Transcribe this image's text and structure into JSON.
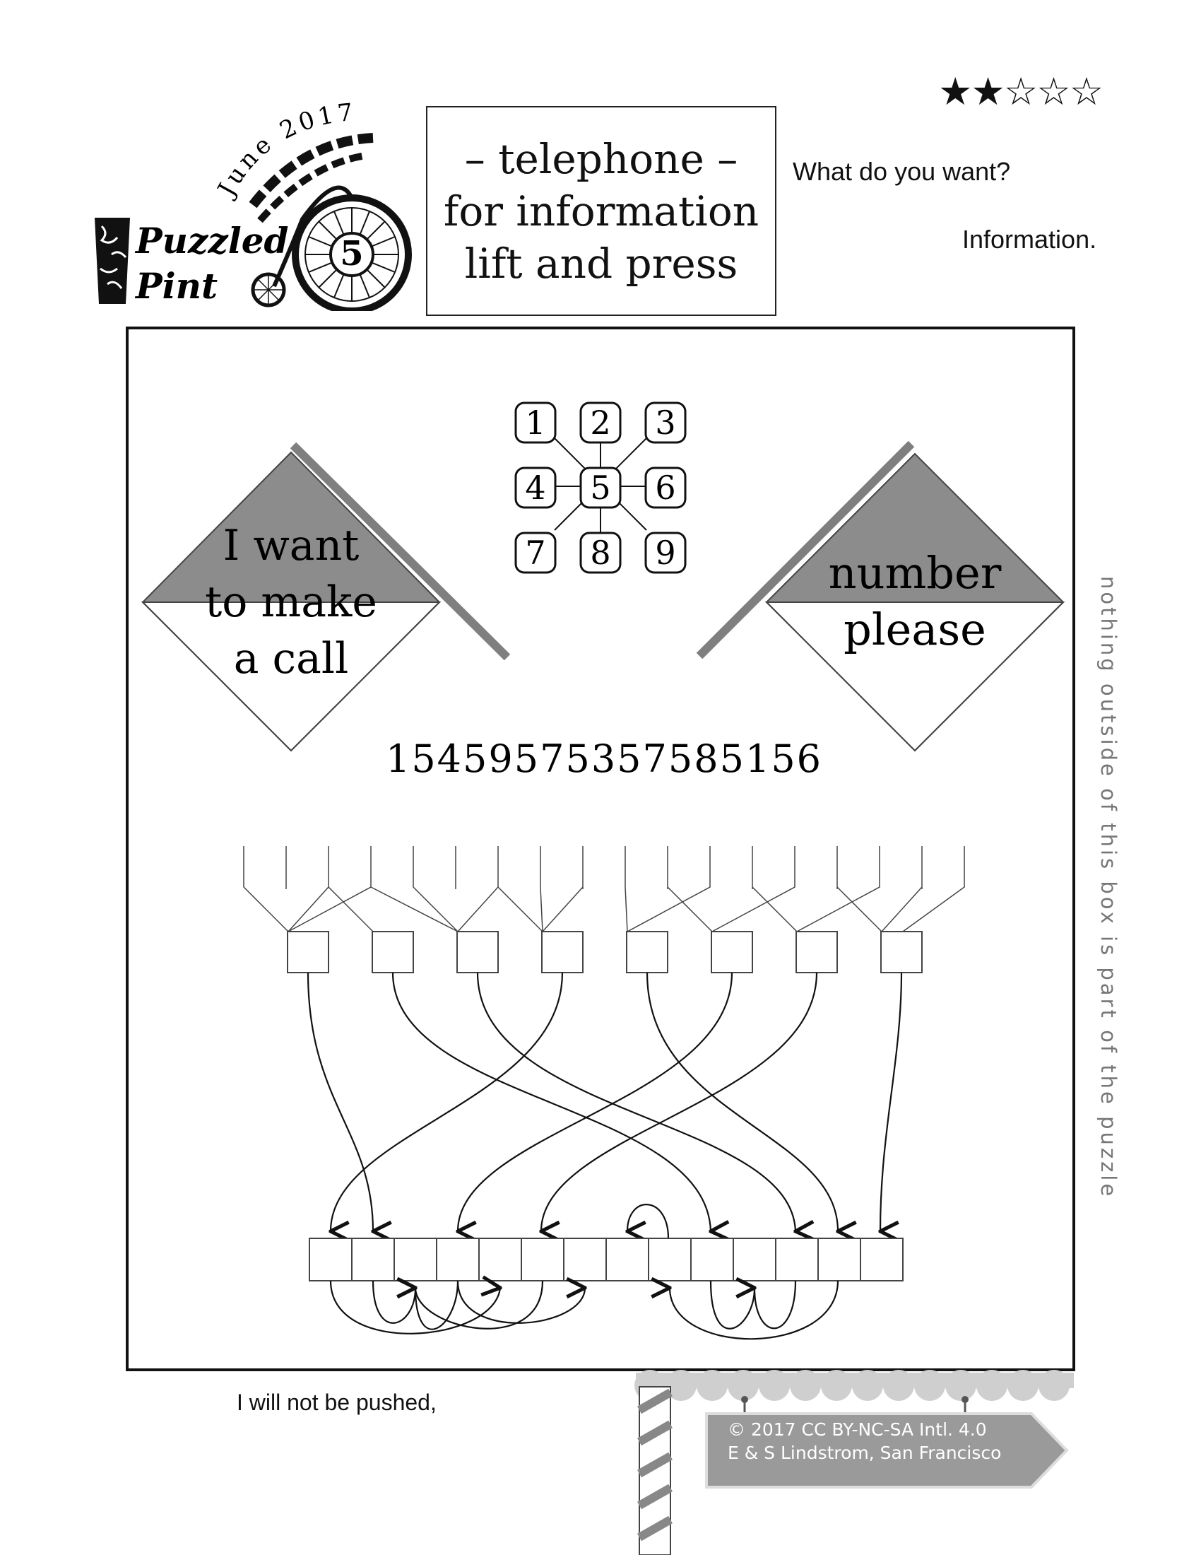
{
  "rating": {
    "filled": 2,
    "total": 5,
    "filled_symbol": "★",
    "empty_symbol": "☆"
  },
  "logo": {
    "date_text": "June 2017",
    "brand_line1": "Puzzled",
    "brand_line2": "Pint",
    "puzzle_number": "5"
  },
  "title_box": {
    "line1": "– telephone –",
    "line2": "for information",
    "line3": "lift and press"
  },
  "dialog": {
    "question": "What do you want?",
    "answer": "Information."
  },
  "keypad": {
    "keys": [
      "1",
      "2",
      "3",
      "4",
      "5",
      "6",
      "7",
      "8",
      "9"
    ]
  },
  "flags": {
    "left_lines": [
      "I want",
      "to make",
      "a call"
    ],
    "right_lines": [
      "number",
      "please"
    ]
  },
  "digit_string": "15459575357585156",
  "side_note": "nothing outside of this box is part of the puzzle",
  "footer_note": "I will not be pushed,",
  "copyright": {
    "line1": "© 2017 CC BY-NC-SA Intl. 4.0",
    "line2": "E & S Lindstrom, San Francisco"
  },
  "colors": {
    "flag_gray": "#8c8c8c",
    "pole_gray": "#7f7f7f",
    "awning_gray": "#cfcfcf",
    "sign_gray": "#9a9a9a"
  }
}
